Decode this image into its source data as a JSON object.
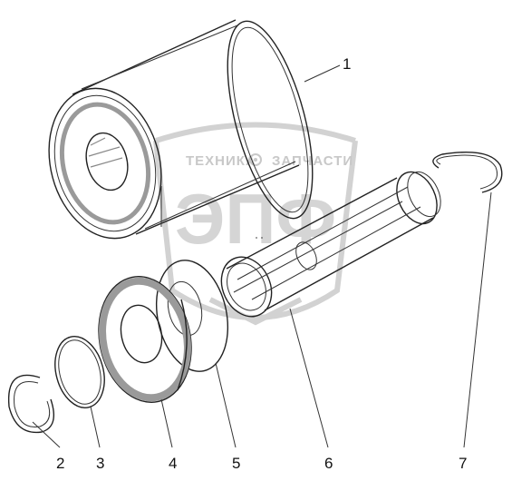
{
  "watermark": {
    "text_left": "ТЕХНИКА",
    "text_right": "ЗАПЧАСТИ",
    "logo": "ЭПФ",
    "gear_icon": "gear-icon"
  },
  "callouts": [
    "1",
    "2",
    "3",
    "4",
    "5",
    "6",
    "7"
  ],
  "colors": {
    "line": "#222222",
    "shade": "#9a9a9a",
    "watermark": "#d2d2d2"
  }
}
